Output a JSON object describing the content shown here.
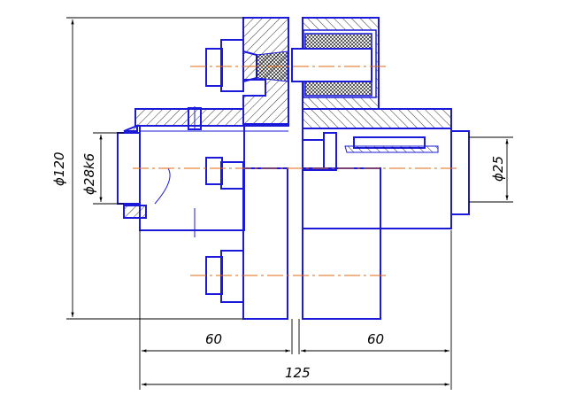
{
  "drawing": {
    "colors": {
      "outline": "#1a1ad8",
      "hatch": "#000000",
      "dimension": "#000000",
      "centerline": "#e06a10",
      "elastic_hatch": "#000000"
    },
    "dimensions": {
      "outer_diameter": "ϕ120",
      "bore_left": "ϕ28k6",
      "bore_right": "ϕ25",
      "half_left": "60",
      "half_right": "60",
      "total_length": "125"
    }
  }
}
